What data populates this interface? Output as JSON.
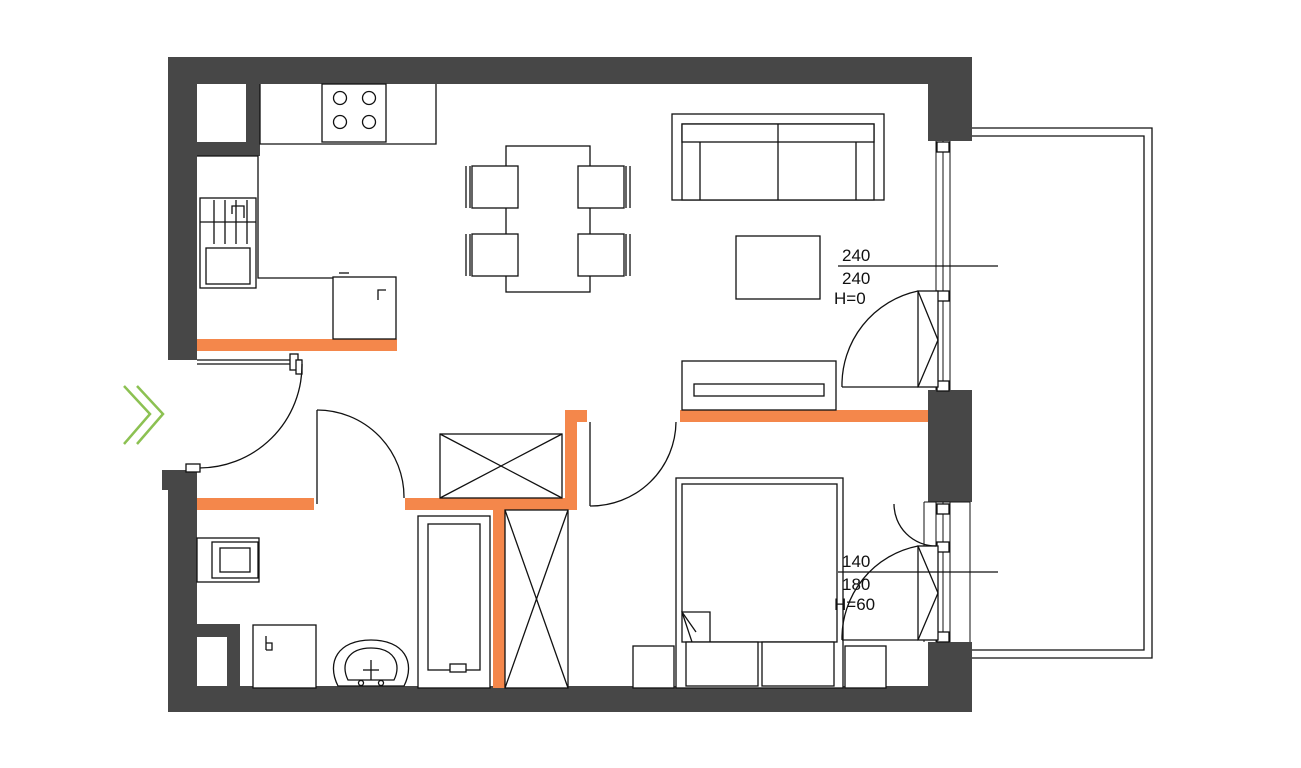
{
  "windows": [
    {
      "width_label": "240",
      "height_label": "240",
      "sill_label": "H=0"
    },
    {
      "width_label": "140",
      "height_label": "180",
      "sill_label": "H=60"
    }
  ],
  "colors": {
    "wall": "#474747",
    "partition": "#f4874b",
    "entrance_arrow": "#8cc152"
  }
}
